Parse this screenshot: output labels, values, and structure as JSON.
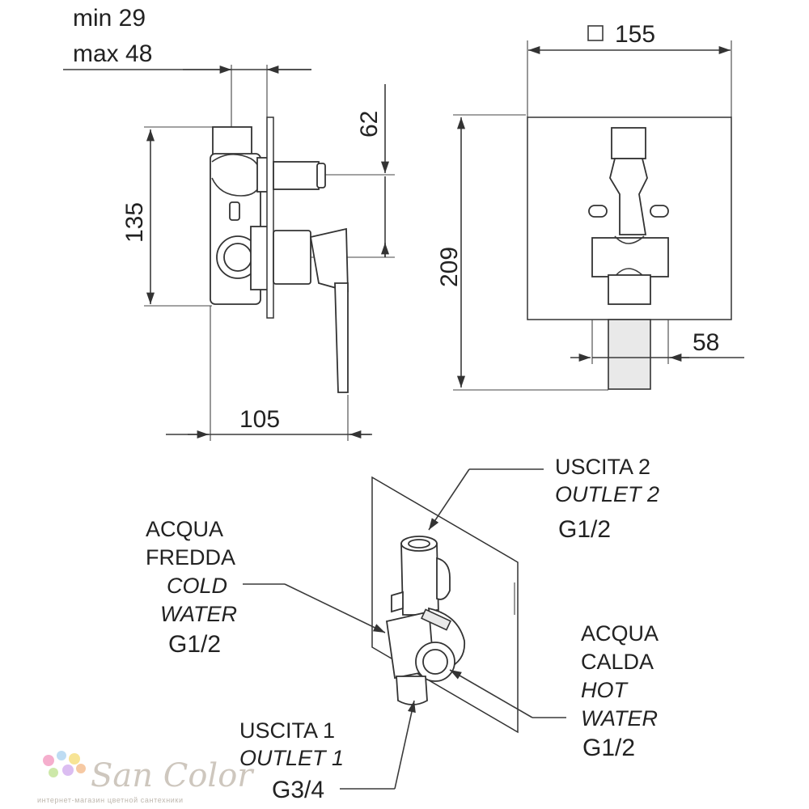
{
  "side_view": {
    "min_depth": "min 29",
    "max_depth": "max 48",
    "height": "135",
    "offset": "62",
    "depth": "105"
  },
  "front_view": {
    "plate_width": "155",
    "height": "209",
    "body_width": "58"
  },
  "connections": {
    "outlet2": {
      "it": "USCITA 2",
      "en": "OUTLET 2",
      "size": "G1/2"
    },
    "cold": {
      "it_line1": "ACQUA",
      "it_line2": "FREDDA",
      "en_line1": "COLD",
      "en_line2": "WATER",
      "size": "G1/2"
    },
    "hot": {
      "it_line1": "ACQUA",
      "it_line2": "CALDA",
      "en_line1": "HOT",
      "en_line2": "WATER",
      "size": "G1/2"
    },
    "outlet1": {
      "it": "USCITA 1",
      "en": "OUTLET 1",
      "size": "G3/4"
    }
  },
  "watermark": {
    "brand": "San Color",
    "tagline": "интернет-магазин цветной сантехники",
    "dot_colors": [
      "#f4a6c8",
      "#b7d9f2",
      "#f7e28a",
      "#c8e6a0",
      "#d8b6f0",
      "#f6c49a"
    ]
  }
}
